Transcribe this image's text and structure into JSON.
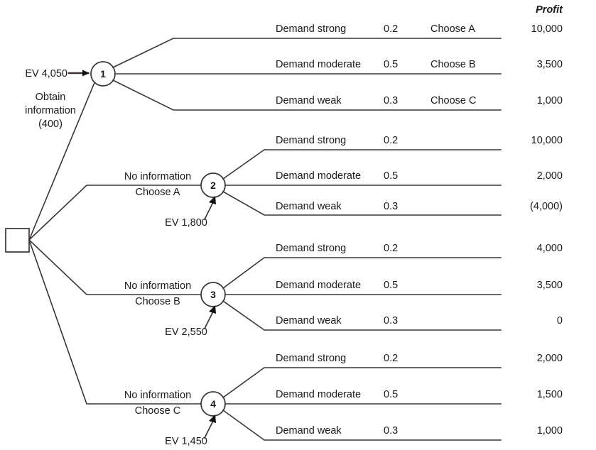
{
  "diagram": {
    "title_column": "Profit",
    "root": {
      "name": "decision-square"
    },
    "root_branches": [
      {
        "id": "obtain-info",
        "label_lines": [
          "Obtain",
          "information",
          "(400)"
        ],
        "target": "node-1"
      },
      {
        "id": "no-info-a",
        "label_above": "No information",
        "label_below": "Choose A",
        "target": "node-2"
      },
      {
        "id": "no-info-b",
        "label_above": "No information",
        "label_below": "Choose B",
        "target": "node-3"
      },
      {
        "id": "no-info-c",
        "label_above": "No information",
        "label_below": "Choose C",
        "target": "node-4"
      }
    ],
    "nodes": [
      {
        "id": "node-1",
        "number": "1",
        "ev_label": "EV 4,050",
        "ev_position": "left",
        "branches": [
          {
            "state": "Demand strong",
            "probability": "0.2",
            "decision": "Choose A",
            "profit": "10,000"
          },
          {
            "state": "Demand moderate",
            "probability": "0.5",
            "decision": "Choose B",
            "profit": "3,500"
          },
          {
            "state": "Demand weak",
            "probability": "0.3",
            "decision": "Choose C",
            "profit": "1,000"
          }
        ]
      },
      {
        "id": "node-2",
        "number": "2",
        "ev_label": "EV 1,800",
        "ev_position": "below",
        "branches": [
          {
            "state": "Demand strong",
            "probability": "0.2",
            "decision": "",
            "profit": "10,000"
          },
          {
            "state": "Demand moderate",
            "probability": "0.5",
            "decision": "",
            "profit": "2,000"
          },
          {
            "state": "Demand weak",
            "probability": "0.3",
            "decision": "",
            "profit": "(4,000)"
          }
        ]
      },
      {
        "id": "node-3",
        "number": "3",
        "ev_label": "EV 2,550",
        "ev_position": "below",
        "branches": [
          {
            "state": "Demand strong",
            "probability": "0.2",
            "decision": "",
            "profit": "4,000"
          },
          {
            "state": "Demand moderate",
            "probability": "0.5",
            "decision": "",
            "profit": "3,500"
          },
          {
            "state": "Demand weak",
            "probability": "0.3",
            "decision": "",
            "profit": "0"
          }
        ]
      },
      {
        "id": "node-4",
        "number": "4",
        "ev_label": "EV 1,450",
        "ev_position": "below",
        "branches": [
          {
            "state": "Demand strong",
            "probability": "0.2",
            "decision": "",
            "profit": "2,000"
          },
          {
            "state": "Demand moderate",
            "probability": "0.5",
            "decision": "",
            "profit": "1,500"
          },
          {
            "state": "Demand weak",
            "probability": "0.3",
            "decision": "",
            "profit": "1,000"
          }
        ]
      }
    ],
    "colors": {
      "line": "#3b3335",
      "text": "#1a1a1a",
      "background": "#ffffff"
    }
  }
}
